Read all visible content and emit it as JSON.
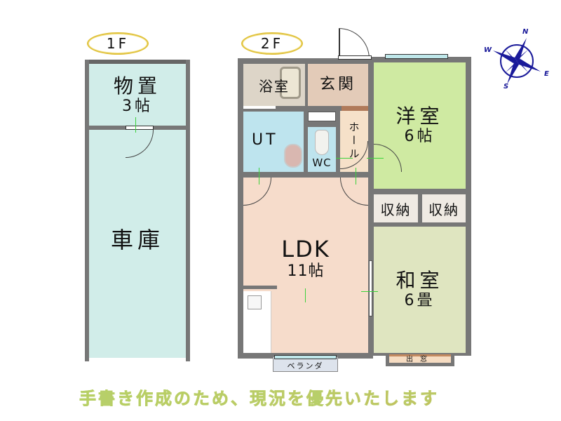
{
  "floors": {
    "first": {
      "tag": "1F",
      "rooms": {
        "storage": {
          "name": "物置",
          "size": "3帖",
          "color": "#d1ede9"
        },
        "garage": {
          "name": "車庫",
          "color": "#d1ede9"
        }
      }
    },
    "second": {
      "tag": "2F",
      "rooms": {
        "bath": {
          "name": "浴室",
          "color": "#ddd5c8"
        },
        "entrance": {
          "name": "玄関",
          "color": "#e3cbb8"
        },
        "utility": {
          "name": "UT",
          "color": "#bee4ee"
        },
        "toilet": {
          "name": "WC",
          "color": "#bee4ee"
        },
        "hall": {
          "name": "ホール",
          "color": "#f6e1c9"
        },
        "western": {
          "name": "洋室",
          "size": "6帖",
          "color": "#cfeaa2"
        },
        "closet_left": {
          "name": "収納",
          "color": "#efeae3"
        },
        "closet_right": {
          "name": "収納",
          "color": "#efeae3"
        },
        "ldk": {
          "name": "LDK",
          "size": "11帖",
          "color": "#f6dccb"
        },
        "japanese": {
          "name": "和室",
          "size": "6畳",
          "color": "#dfe5c0"
        },
        "balcony": {
          "name": "ベランダ",
          "color": "#dde3ec"
        },
        "bay_window": {
          "name": "出窓",
          "color": "#c48a60"
        }
      }
    }
  },
  "compass": {
    "n": "N",
    "e": "E",
    "s": "S",
    "w": "W",
    "color": "#1a1a9a"
  },
  "note": "手書き作成のため、現況を優先いたします"
}
